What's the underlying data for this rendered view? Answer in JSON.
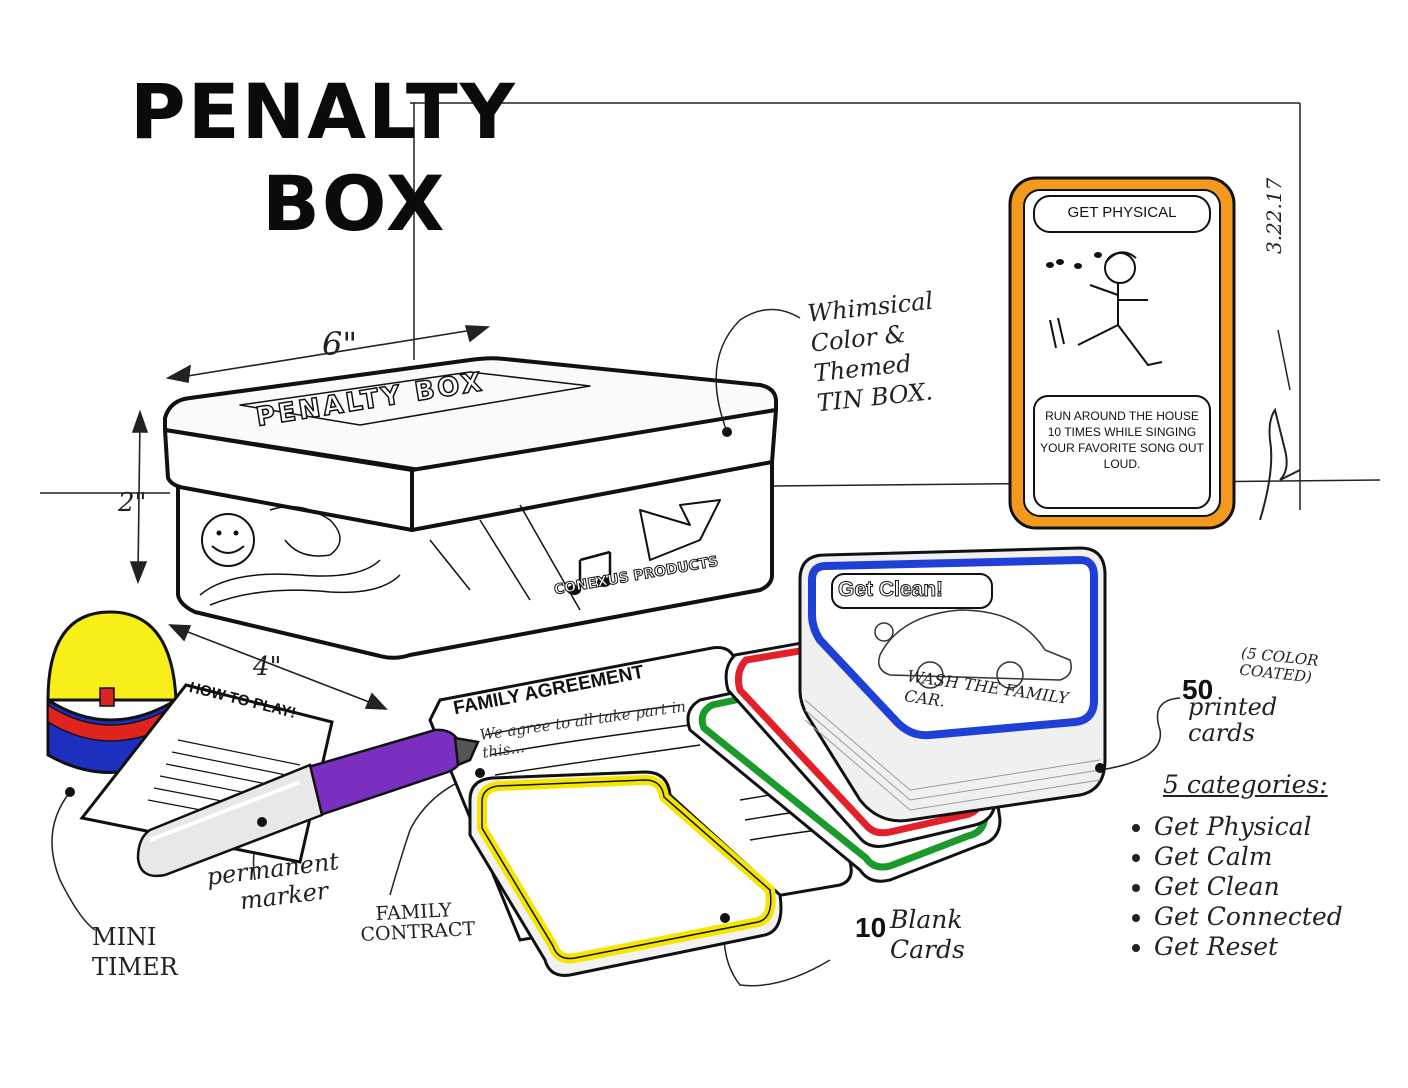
{
  "title": {
    "line1": "PENALTY",
    "line2": "BOX"
  },
  "date": "3.22.17",
  "dimensions": {
    "width": "6\"",
    "height": "2\"",
    "depth": "4\""
  },
  "tin_box": {
    "lid_text": "PENALTY BOX",
    "brand": "CONEXUS PRODUCTS",
    "callout": [
      "Whimsical",
      "Color &",
      "Themed",
      "TIN BOX."
    ]
  },
  "sample_card": {
    "category": "GET PHYSICAL",
    "instruction": "RUN AROUND THE HOUSE 10 TIMES WHILE SINGING YOUR FAVORITE SONG OUT LOUD.",
    "border_color": "#f39a1e"
  },
  "deck_card": {
    "category": "Get Clean!",
    "instruction": "WASH THE FAMILY CAR."
  },
  "deck_colors": {
    "blue": "#1f3fd6",
    "red": "#e3202a",
    "green": "#1a9a2a",
    "yellow": "#f5e600"
  },
  "printed_cards": {
    "count": "50",
    "label": [
      "printed",
      "cards"
    ],
    "note": "(5 COLOR COATED)"
  },
  "categories": {
    "heading": "5 categories:",
    "items": [
      "Get Physical",
      "Get Calm",
      "Get Clean",
      "Get Connected",
      "Get Reset"
    ]
  },
  "blank_cards": {
    "count": "10",
    "label": "Blank Cards"
  },
  "how_to_play": "HOW TO PLAY!",
  "family_agreement": {
    "heading": "FAMILY AGREEMENT",
    "text": "We agree to all take part in this..."
  },
  "labels": {
    "timer": [
      "MINI",
      "TIMER"
    ],
    "marker": [
      "permanent",
      "marker"
    ],
    "contract": [
      "FAMILY",
      "CONTRACT"
    ]
  }
}
